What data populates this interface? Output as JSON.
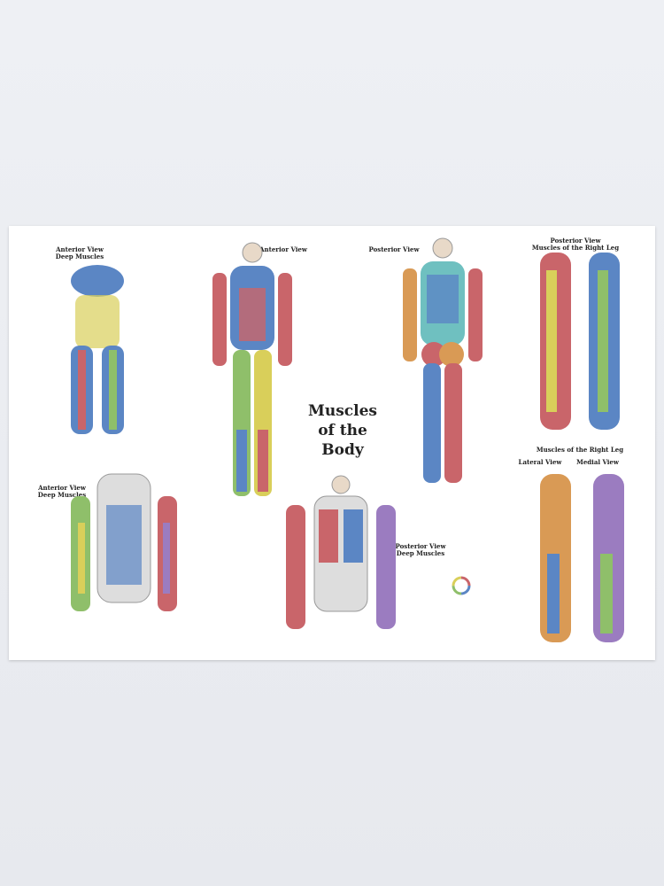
{
  "poster": {
    "title_lines": [
      "Muscles",
      "of the",
      "Body"
    ],
    "panels": {
      "anterior_deep_top": {
        "line1": "Anterior View",
        "line2": "Deep Muscles"
      },
      "anterior": {
        "line1": "Anterior View"
      },
      "posterior": {
        "line1": "Posterior View"
      },
      "posterior_leg": {
        "line1": "Posterior View",
        "line2": "Muscles of the Right Leg"
      },
      "anterior_deep_bottom": {
        "line1": "Anterior View",
        "line2": "Deep Muscles"
      },
      "posterior_deep": {
        "line1": "Posterior View",
        "line2": "Deep Muscles"
      },
      "right_leg": {
        "line1": "Muscles of the Right Leg"
      },
      "lateral": {
        "line1": "Lateral View"
      },
      "medial": {
        "line1": "Medial View"
      }
    },
    "colors": {
      "blue": "#5b86c4",
      "red": "#c9656a",
      "yellow": "#d9cf5a",
      "green": "#8fbf6a",
      "orange": "#d99a55",
      "purple": "#9b7cc0",
      "teal": "#6fc0c0"
    }
  }
}
